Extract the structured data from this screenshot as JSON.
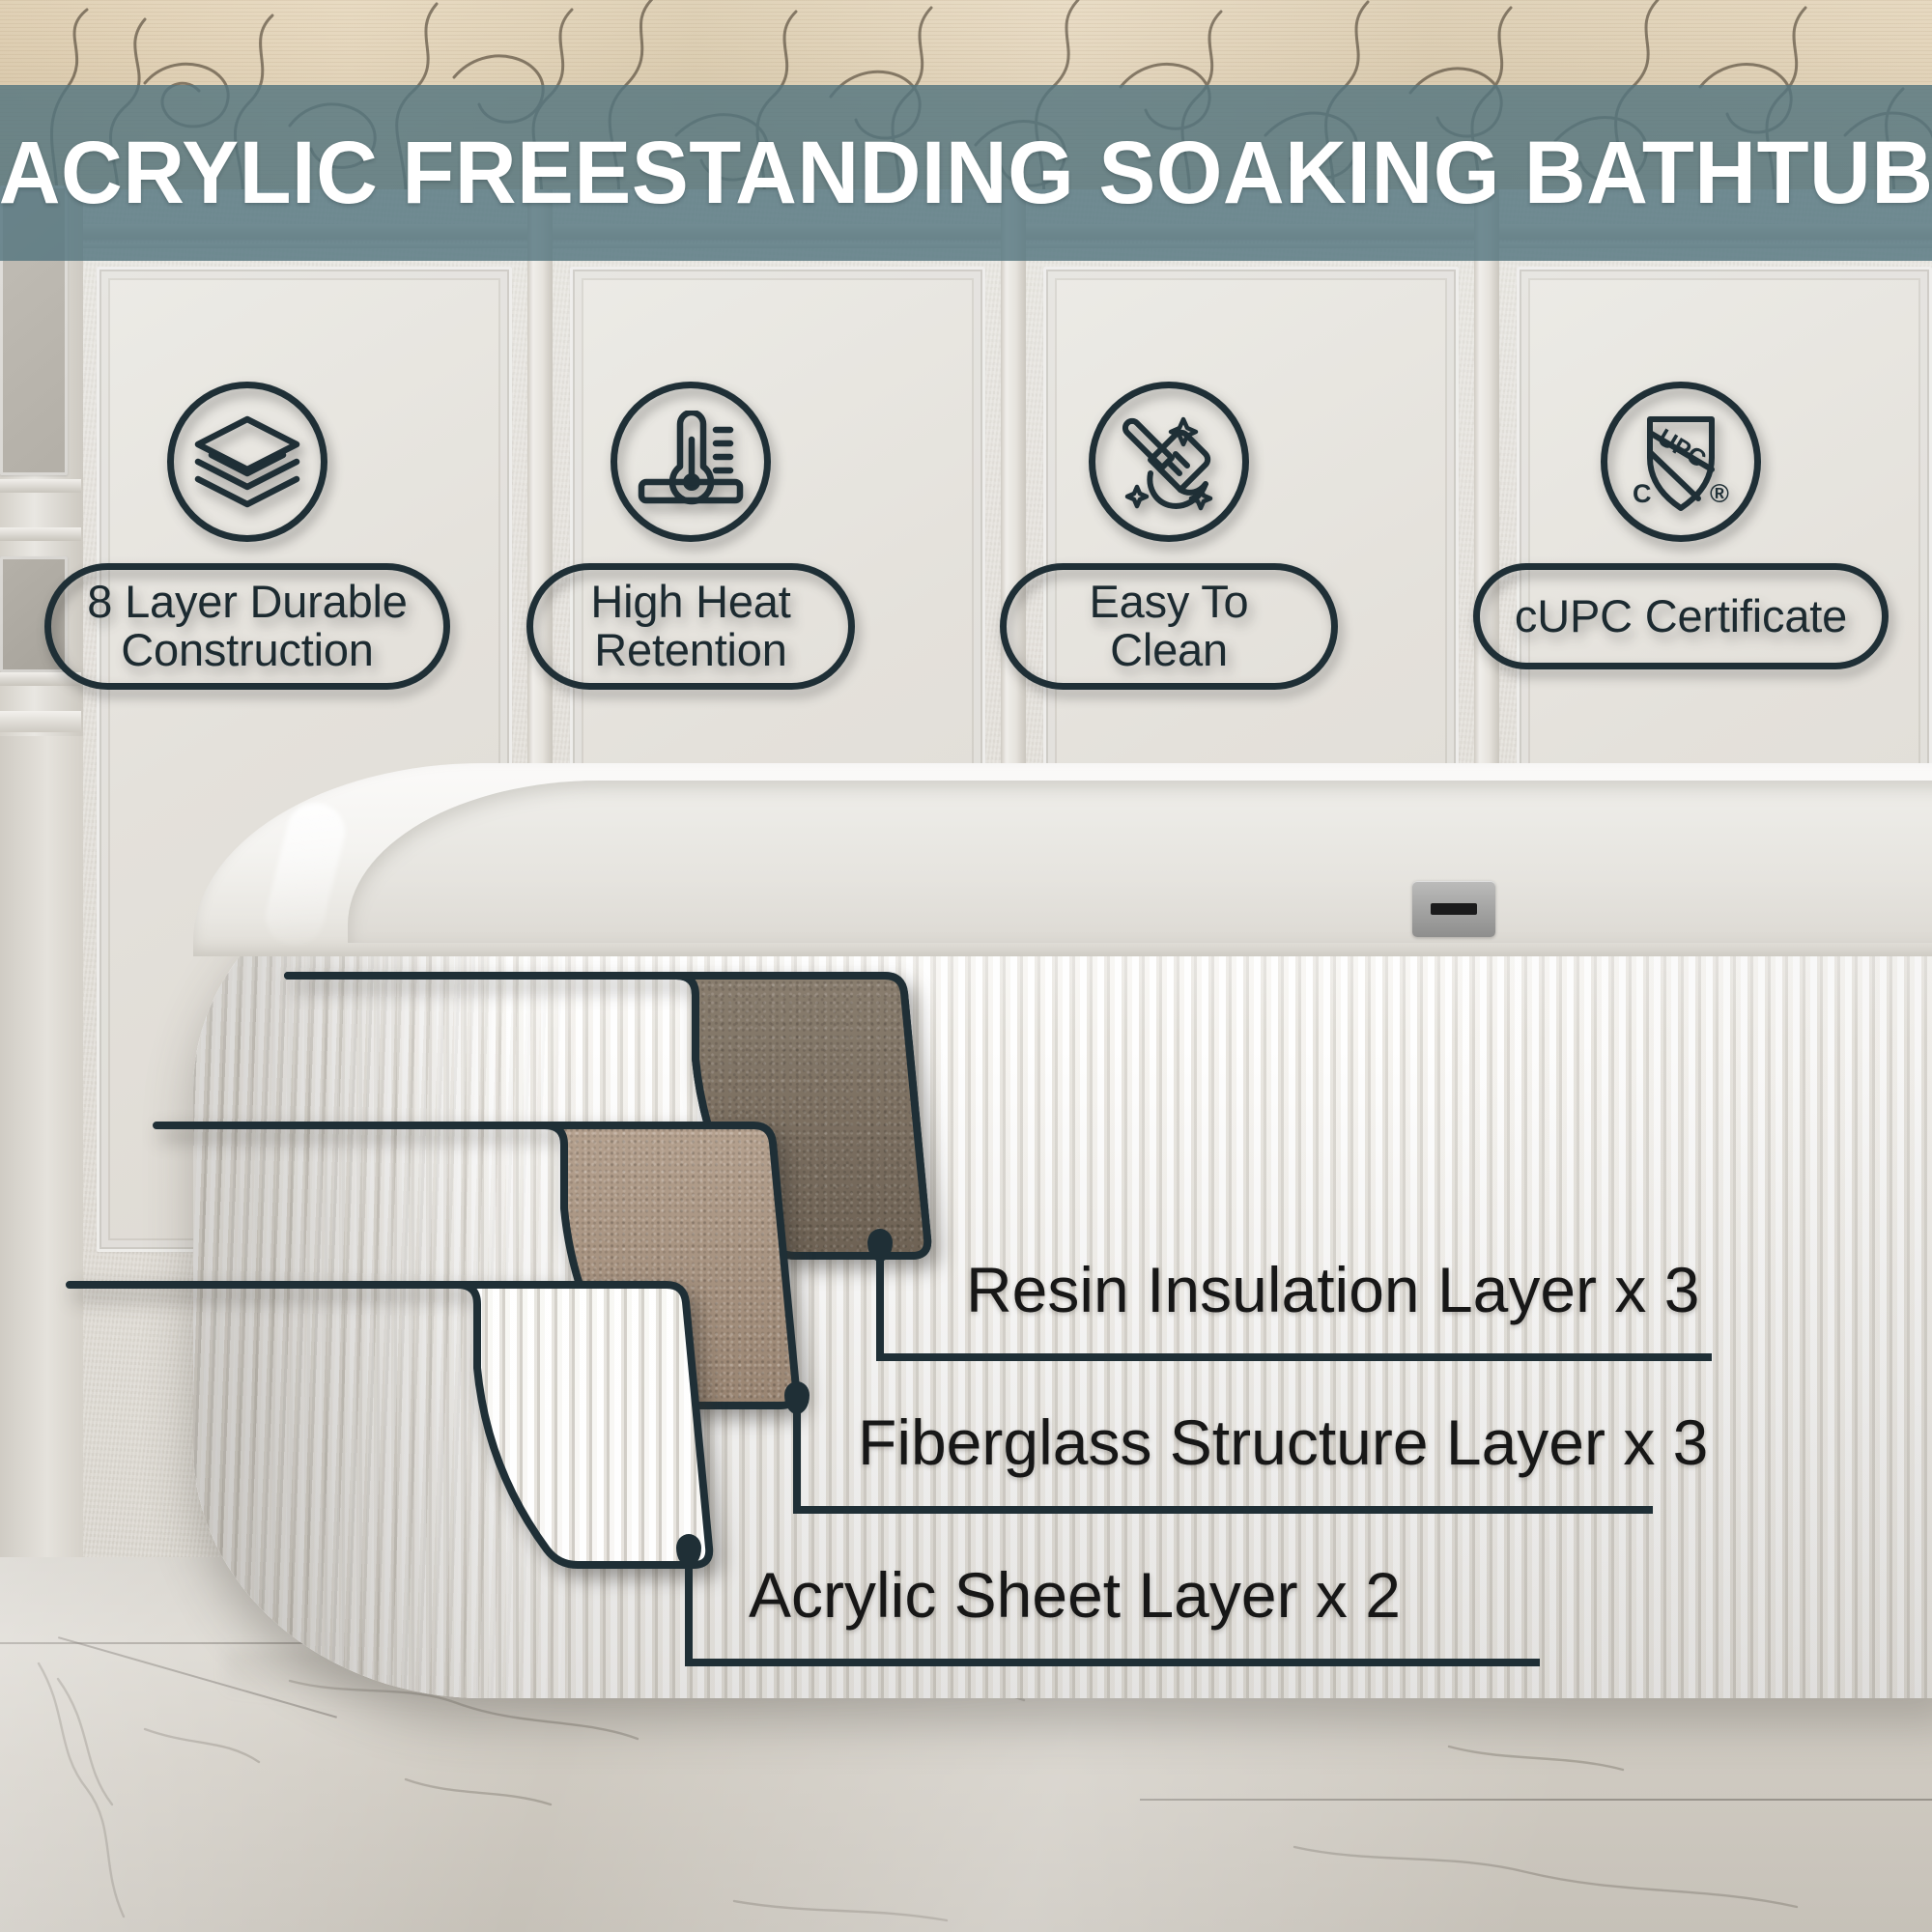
{
  "header": {
    "title": "ACRYLIC FREESTANDING SOAKING BATHTUB",
    "band_color": "#54757f",
    "title_color": "#ffffff"
  },
  "features": [
    {
      "id": "layers",
      "icon": "layers-stack-icon",
      "label": "8 Layer Durable\nConstruction"
    },
    {
      "id": "heat",
      "icon": "thermometer-icon",
      "label": "High Heat\nRetention"
    },
    {
      "id": "clean",
      "icon": "broom-sparkle-icon",
      "label": "Easy To Clean"
    },
    {
      "id": "certificate",
      "icon": "cupc-shield-icon",
      "label": "cUPC Certificate"
    }
  ],
  "cupc_icon": {
    "band_text": "UPC",
    "left_mark": "C",
    "right_mark": "®"
  },
  "layer_callouts": [
    {
      "id": "resin",
      "label": "Resin Insulation Layer x 3",
      "swatch_color": "#7d705f",
      "texture": "rough-matte"
    },
    {
      "id": "fiberglass",
      "label": "Fiberglass Structure Layer x 3",
      "swatch_color": "#ab947f",
      "texture": "rough-matte"
    },
    {
      "id": "acrylic",
      "label": "Acrylic Sheet Layer x 2",
      "swatch_color": "#eceae6",
      "texture": "fluted-gloss"
    }
  ],
  "colors": {
    "ink": "#1f2f36",
    "label_text": "#171717",
    "wall": "#e3e0da",
    "floor": "#cfcbc3",
    "tub": "#f4f3f0",
    "wallpaper": "#e0d0b2"
  },
  "product": {
    "tub_finish": "fluted white acrylic",
    "overflow_plate": "brushed chrome"
  }
}
